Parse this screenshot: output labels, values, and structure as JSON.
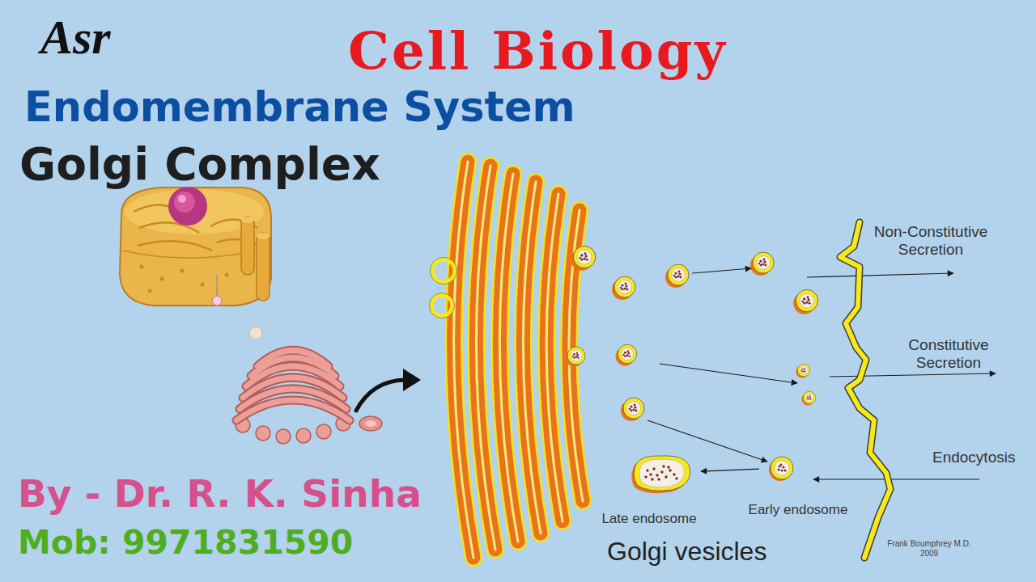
{
  "diagram": {
    "title": "Cell Biology",
    "caption": "Golgi vesicles",
    "nodes": [
      {
        "text": [
          "Late endosome"
        ]
      },
      {
        "text": [
          "Early endosome"
        ]
      }
    ],
    "edges": [
      {
        "from": 1,
        "to": 0,
        "arrow": "to"
      }
    ],
    "labels": [
      "Asr",
      "Endomembrane System",
      "Golgi Complex",
      "By - Dr. R. K. Sinha",
      "Mob: 9971831590",
      "Non-Constitutive Secretion",
      "Constitutive Secretion",
      "Endocytosis",
      "Frank Boumphrey M.D. 2009"
    ]
  }
}
